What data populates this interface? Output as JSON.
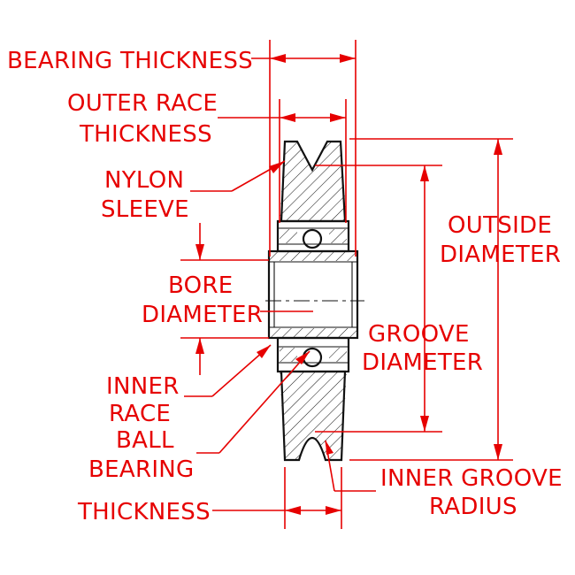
{
  "diagram": {
    "colors": {
      "annotation": "#e60000",
      "outline": "#111111",
      "background": "#ffffff"
    },
    "labels": {
      "bearing_thickness": "BEARING THICKNESS",
      "outer_race_thickness": [
        "OUTER RACE",
        "THICKNESS"
      ],
      "nylon_sleeve": [
        "NYLON",
        "SLEEVE"
      ],
      "outside_diameter": [
        "OUTSIDE",
        "DIAMETER"
      ],
      "bore_diameter": [
        "BORE",
        "DIAMETER"
      ],
      "groove_diameter": [
        "GROOVE",
        "DIAMETER"
      ],
      "inner_race": [
        "INNER",
        "RACE"
      ],
      "ball_bearing": [
        "BALL",
        "BEARING"
      ],
      "inner_groove_radius": [
        "INNER GROOVE",
        "RADIUS"
      ],
      "thickness": "THICKNESS"
    }
  }
}
